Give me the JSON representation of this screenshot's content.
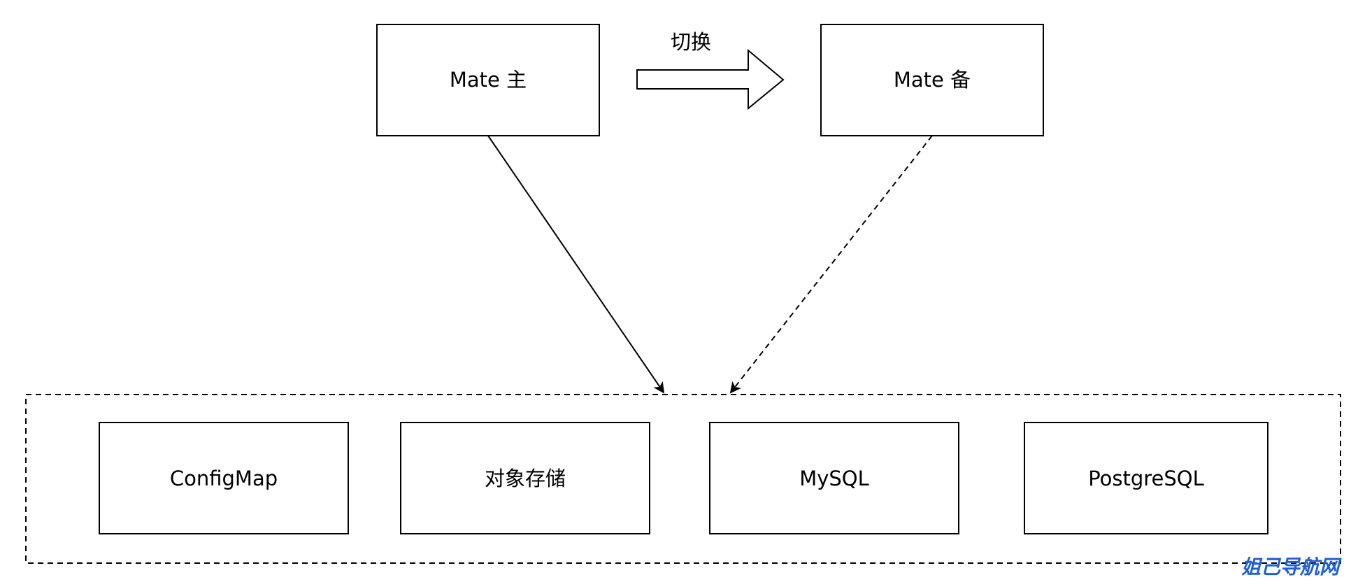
{
  "nodes": {
    "mate_primary": "Mate 主",
    "mate_backup": "Mate 备",
    "configmap": "ConfigMap",
    "object_storage": "对象存储",
    "mysql": "MySQL",
    "postgresql": "PostgreSQL"
  },
  "edges": {
    "switch_label": "切换"
  },
  "watermark": {
    "text": "姐己导航网",
    "color": "#1f5fd6"
  }
}
